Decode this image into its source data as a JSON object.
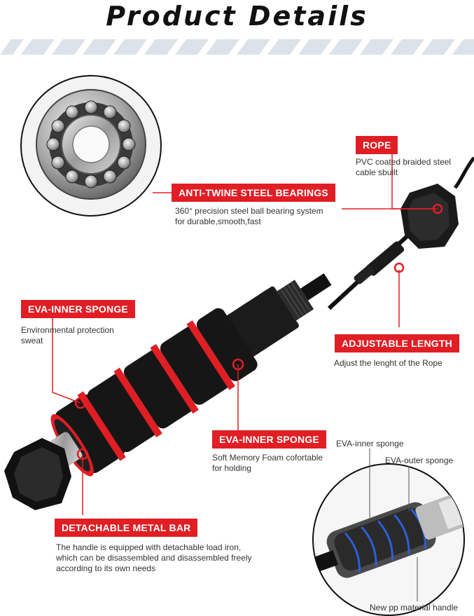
{
  "header": {
    "title": "Product Details"
  },
  "callouts": {
    "rope": {
      "label": "ROPE",
      "desc_line1": "PVC coated braided steel",
      "desc_line2": "cable sbuilt"
    },
    "bearings": {
      "label": "ANTI-TWINE STEEL BEARINGS",
      "desc_line1": "360° precision steel ball bearing system",
      "desc_line2": "for durable,smooth,fast"
    },
    "inner_sponge_left": {
      "label": "EVA-INNER SPONGE",
      "desc_line1": "Environmental protection",
      "desc_line2": "sweat"
    },
    "adjustable": {
      "label": "ADJUSTABLE LENGTH",
      "desc_line1": "Adjust the lenght of the Rope"
    },
    "inner_sponge_center": {
      "label": "EVA-INNER SPONGE",
      "desc_line1": "Soft Memory Foam cofortable",
      "desc_line2": "for holding"
    },
    "metal_bar": {
      "label": "DETACHABLE METAL BAR",
      "desc_line1": "The handle is equipped with detachable load iron,",
      "desc_line2": "which can be disassembled and disassembled freely",
      "desc_line3": "according to its own needs"
    }
  },
  "cutaway": {
    "inner_label": "EVA-inner sponge",
    "outer_label": "EVA-outer sponge",
    "handle_label": "New pp material handle"
  },
  "colors": {
    "accent": "#e01e24",
    "foam": "#1a1a1a",
    "stripe": "#dde1ea"
  }
}
